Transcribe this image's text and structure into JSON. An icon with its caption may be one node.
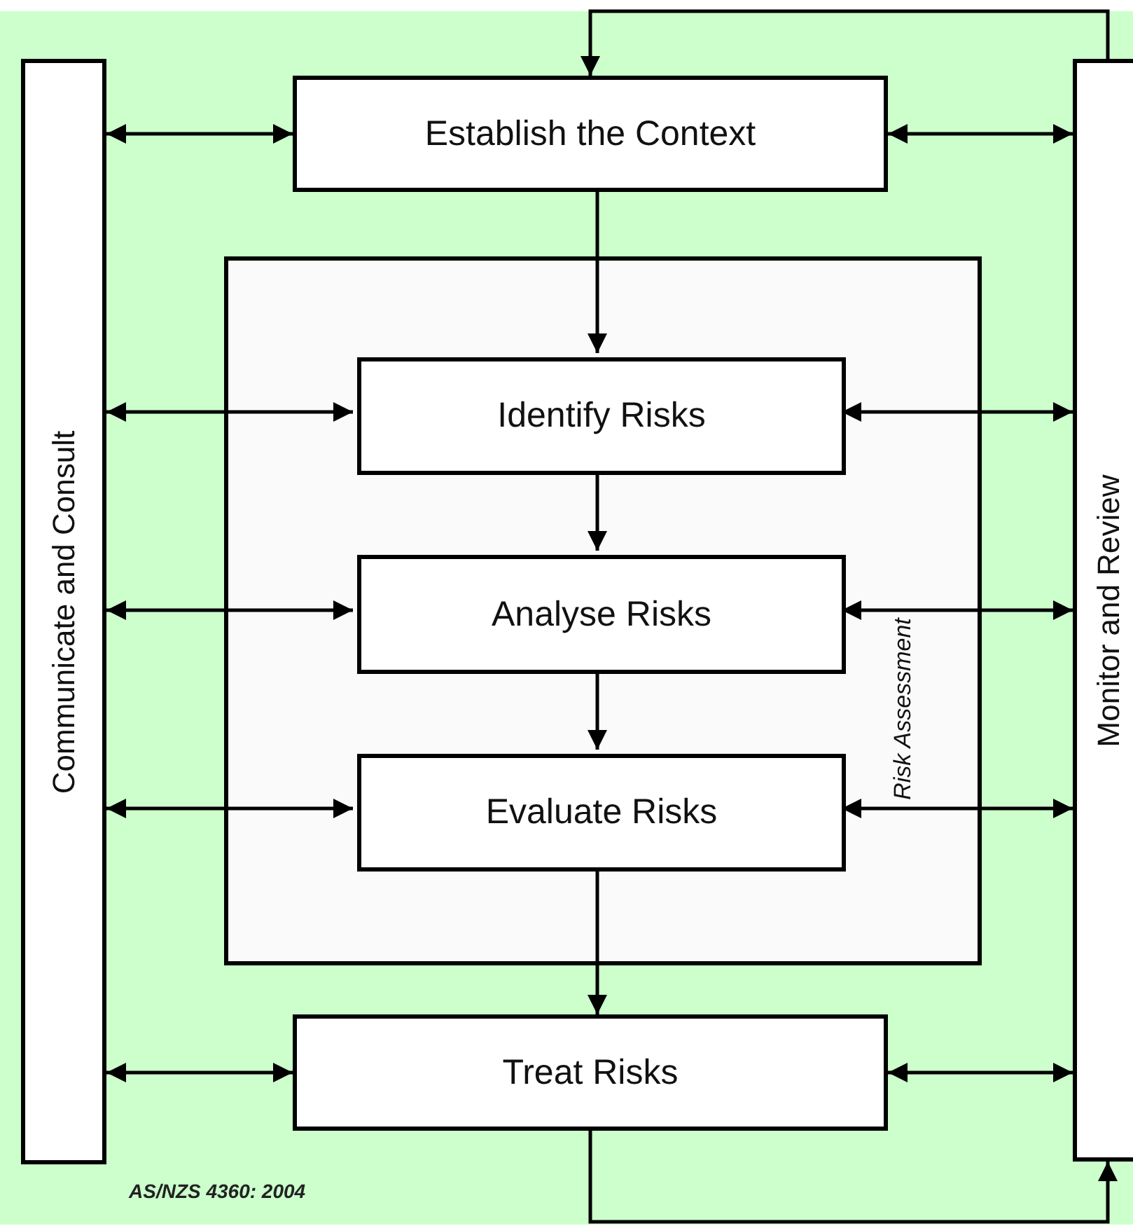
{
  "diagram": {
    "nodes": [
      {
        "text": [
          "Communicate and Consult"
        ]
      },
      {
        "text": [
          "Establish the Context"
        ]
      },
      {
        "text": [
          "Risk Assessment"
        ]
      },
      {
        "text": [
          "Identify Risks"
        ],
        "in": 2
      },
      {
        "text": [
          "Analyse Risks"
        ],
        "in": 2
      },
      {
        "text": [
          "Evaluate Risks"
        ],
        "in": 2
      },
      {
        "text": [
          "Treat Risks"
        ]
      },
      {
        "text": [
          "Monitor and Review"
        ]
      }
    ],
    "edges": [
      {
        "from": 1,
        "to": 3,
        "arrow": "to"
      },
      {
        "from": 3,
        "to": 4,
        "arrow": "to"
      },
      {
        "from": 4,
        "to": 5,
        "arrow": "to"
      },
      {
        "from": 5,
        "to": 6,
        "arrow": "to"
      },
      {
        "from": 6,
        "to": 7,
        "arrow": "to"
      },
      {
        "from": 7,
        "to": 1,
        "arrow": "to"
      },
      {
        "from": 0,
        "to": 1,
        "arrow": "both"
      },
      {
        "from": 0,
        "to": 3,
        "arrow": "both"
      },
      {
        "from": 0,
        "to": 4,
        "arrow": "both"
      },
      {
        "from": 0,
        "to": 5,
        "arrow": "both"
      },
      {
        "from": 0,
        "to": 6,
        "arrow": "both"
      },
      {
        "from": 1,
        "to": 7,
        "arrow": "both"
      },
      {
        "from": 3,
        "to": 7,
        "arrow": "both"
      },
      {
        "from": 4,
        "to": 7,
        "arrow": "both"
      },
      {
        "from": 5,
        "to": 7,
        "arrow": "both"
      },
      {
        "from": 6,
        "to": 7,
        "arrow": "both"
      }
    ],
    "labels": [
      "AS/NZS 4360: 2004"
    ]
  }
}
